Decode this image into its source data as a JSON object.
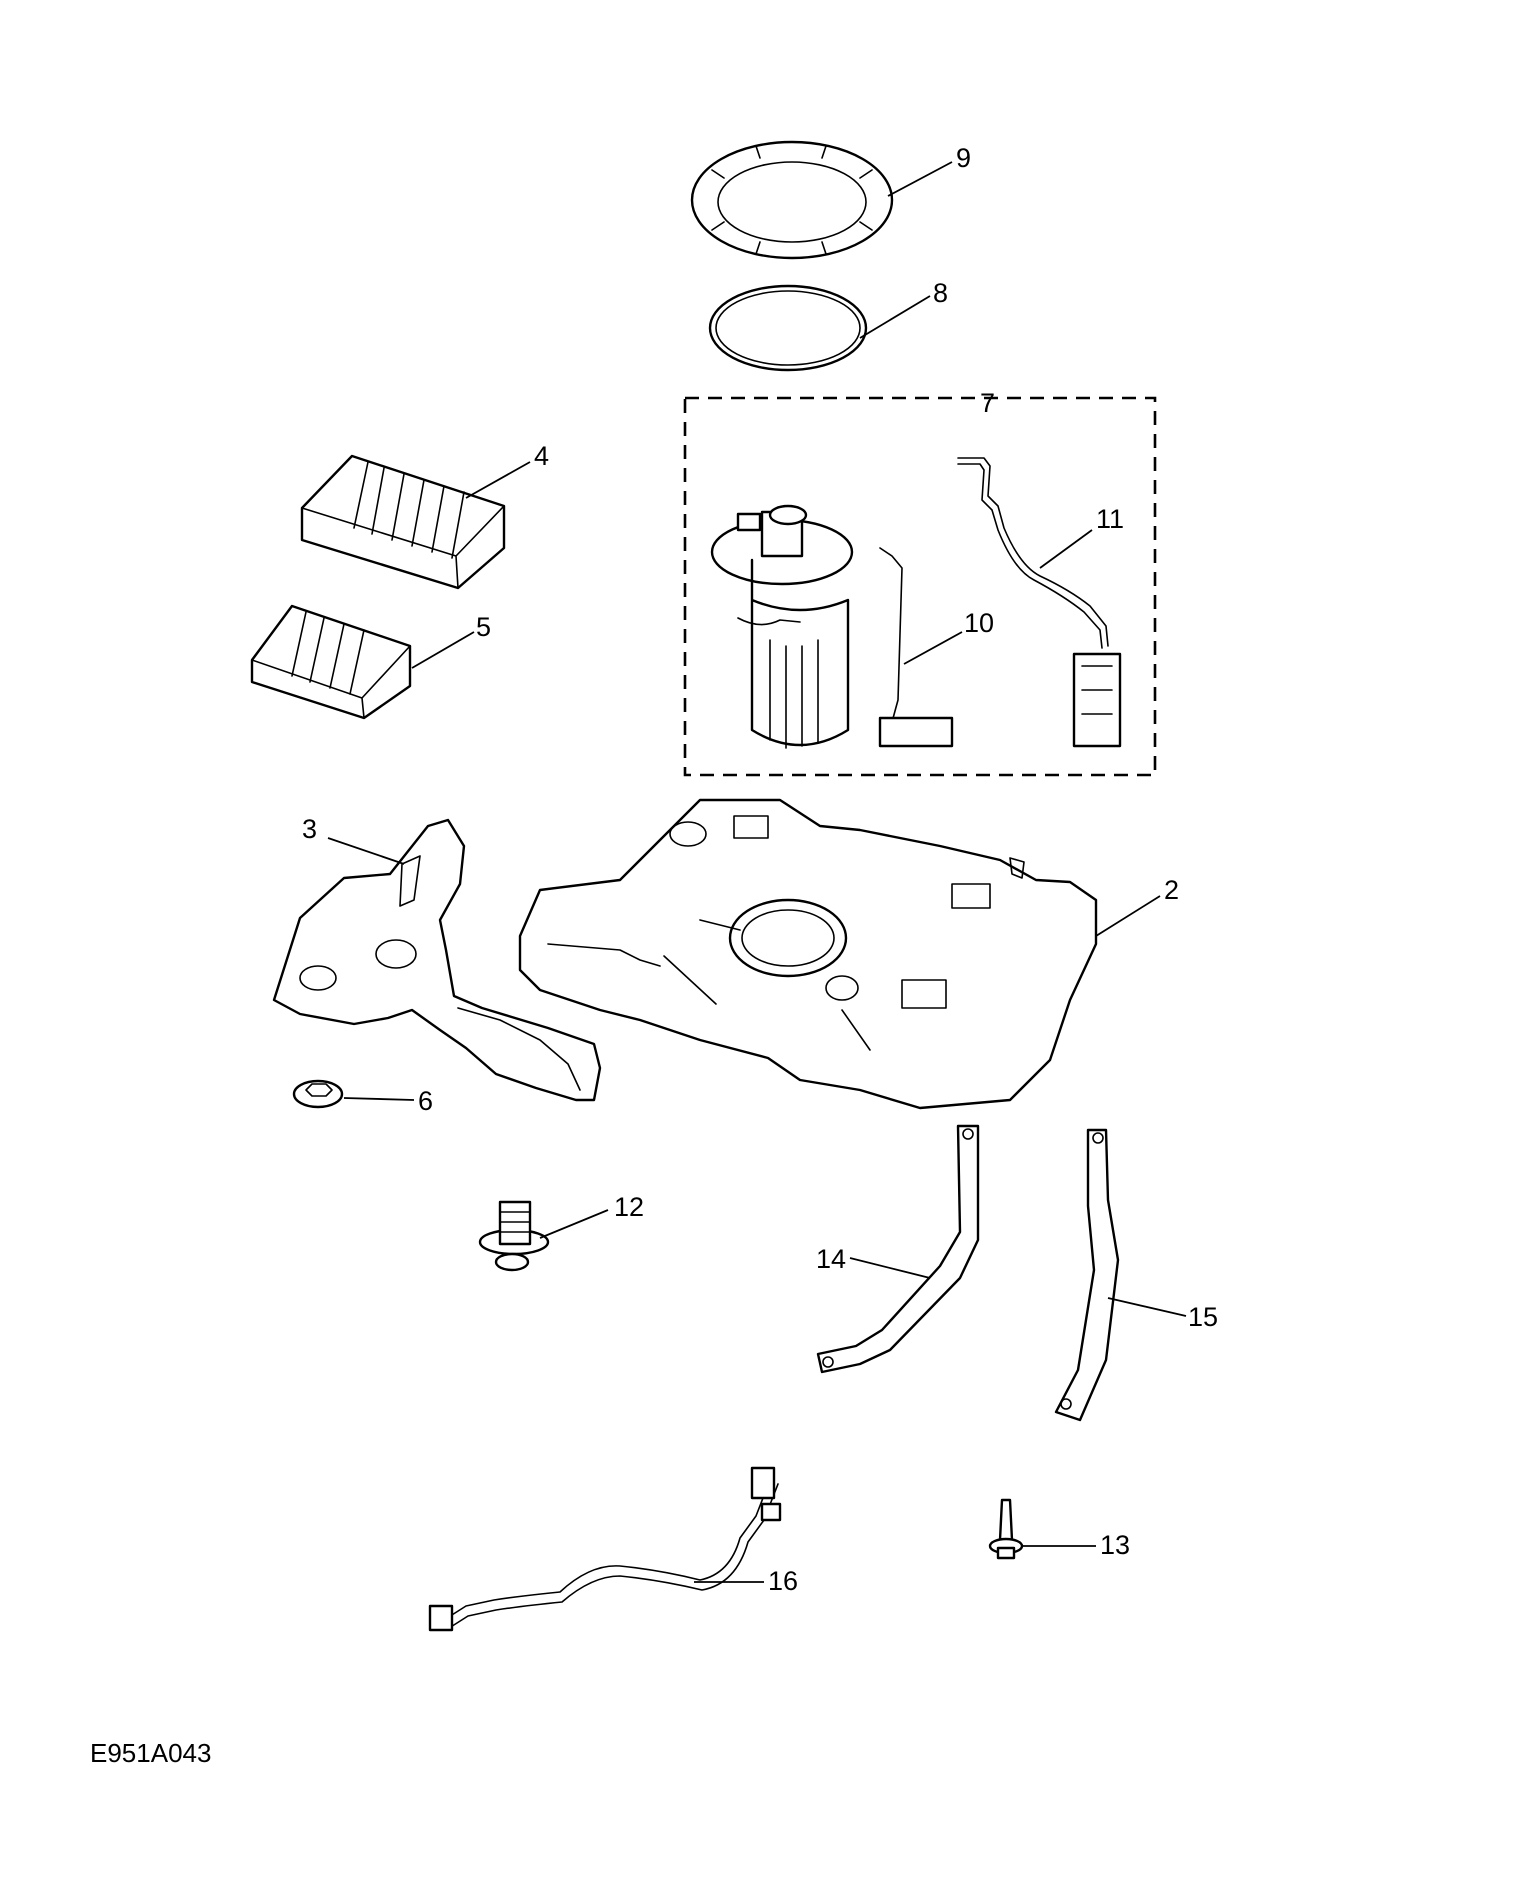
{
  "callouts": {
    "c2": "2",
    "c3": "3",
    "c4": "4",
    "c5": "5",
    "c6": "6",
    "c7": "7",
    "c8": "8",
    "c9": "9",
    "c10": "10",
    "c11": "11",
    "c12": "12",
    "c13": "13",
    "c14": "14",
    "c15": "15",
    "c16": "16"
  },
  "reference_code": "E951A043"
}
